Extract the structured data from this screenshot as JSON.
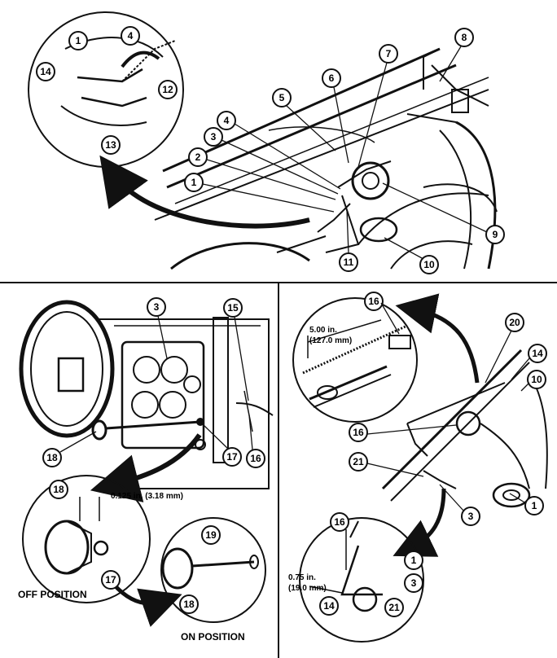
{
  "colors": {
    "ink": "#111111",
    "paper": "#ffffff"
  },
  "callouts": {
    "top": [
      "1",
      "2",
      "3",
      "4",
      "5",
      "6",
      "7",
      "8",
      "9",
      "10",
      "11"
    ],
    "top_inset": [
      "1",
      "4",
      "14",
      "12",
      "13"
    ],
    "bottom_left": [
      "3",
      "15",
      "16",
      "17",
      "18"
    ],
    "bl_off_inset": [
      "18",
      "17"
    ],
    "bl_on_inset": [
      "19",
      "18"
    ],
    "bottom_right": [
      "20",
      "14",
      "10",
      "16",
      "21",
      "3",
      "1"
    ],
    "br_top_inset": [
      "16"
    ],
    "br_bottom_inset": [
      "16",
      "1",
      "3",
      "21",
      "14"
    ]
  },
  "dimensions": {
    "gap": "0.125 in. (3.18 mm)",
    "cable_len_1": "5.00 in.",
    "cable_len_2": "(127.0 mm)",
    "stop_len_1": "0.75 in.",
    "stop_len_2": "(19.0 mm)"
  },
  "captions": {
    "off_position": "OFF POSITION",
    "on_position": "ON POSITION"
  },
  "icons": [
    "curved-arrow-icon",
    "curved-arrow-icon",
    "curved-arrow-icon",
    "curved-arrow-icon"
  ]
}
